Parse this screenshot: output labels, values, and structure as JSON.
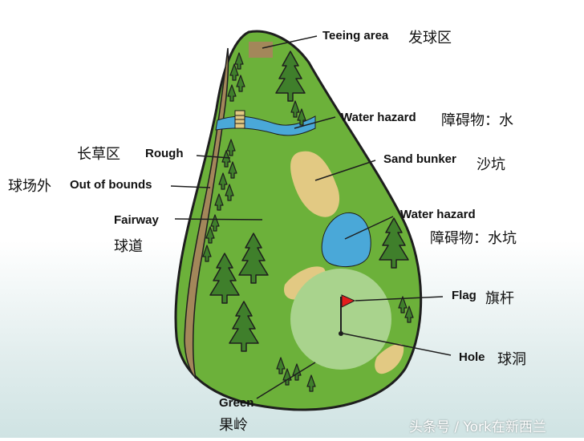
{
  "colors": {
    "course": "#6cb13a",
    "outline": "#1e1e1e",
    "rough": "#a3875a",
    "water": "#4aa8d8",
    "sand": "#e2c983",
    "green": "#a9d38d",
    "tree": "#3f7f2b",
    "flag": "#e31d1d"
  },
  "labels": {
    "teeing_en": "Teeing area",
    "teeing_cn": "发球区",
    "water1_en": "Water hazard",
    "water1_cn": "障碍物：水",
    "rough_cn": "长草区",
    "rough_en": "Rough",
    "sand_en": "Sand bunker",
    "sand_cn": "沙坑",
    "oob_cn": "球场外",
    "oob_en": "Out of bounds",
    "fairway_en": "Fairway",
    "fairway_cn": "球道",
    "water2_en": "Water hazard",
    "water2_cn": "障碍物：水坑",
    "flag_en": "Flag",
    "flag_cn": "旗杆",
    "hole_en": "Hole",
    "hole_cn": "球洞",
    "green_en": "Green",
    "green_cn": "果岭"
  },
  "watermark": "头条号 / York在新西兰"
}
